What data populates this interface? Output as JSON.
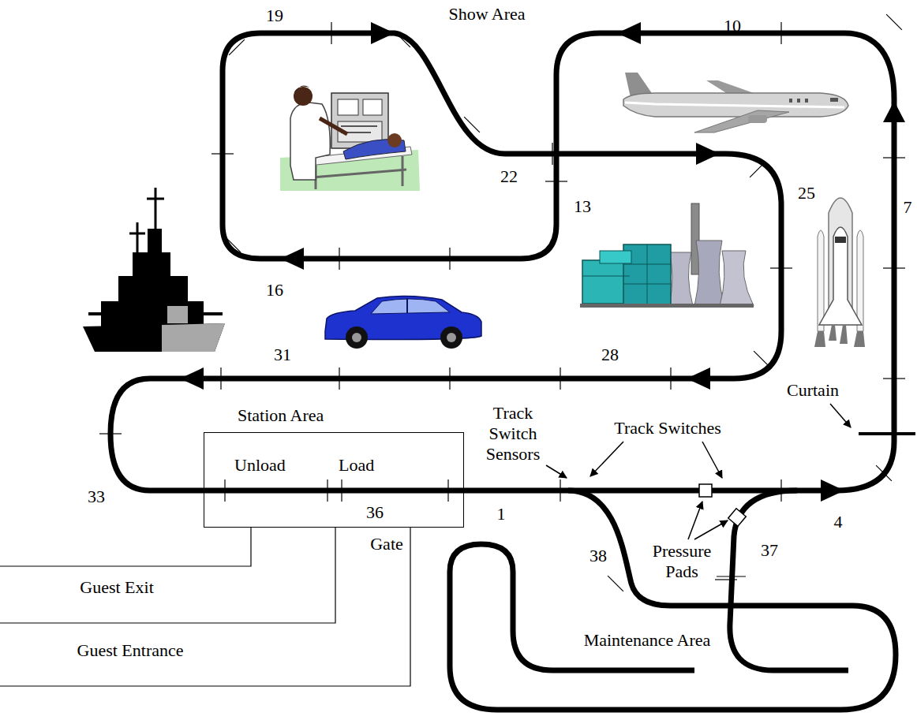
{
  "diagram": {
    "nodes": [
      {
        "text": [
          "Station Area",
          "Unload",
          "Load",
          "36"
        ]
      }
    ],
    "labels": [
      "Show Area",
      "19",
      "10",
      "22",
      "13",
      "25",
      "7",
      "16",
      "31",
      "28",
      "33",
      "1",
      "4",
      "38",
      "37",
      "Track Switch Sensors",
      "Track Switches",
      "Curtain",
      "Pressure Pads",
      "Maintenance Area",
      "Gate",
      "Guest Exit",
      "Guest Entrance"
    ]
  }
}
